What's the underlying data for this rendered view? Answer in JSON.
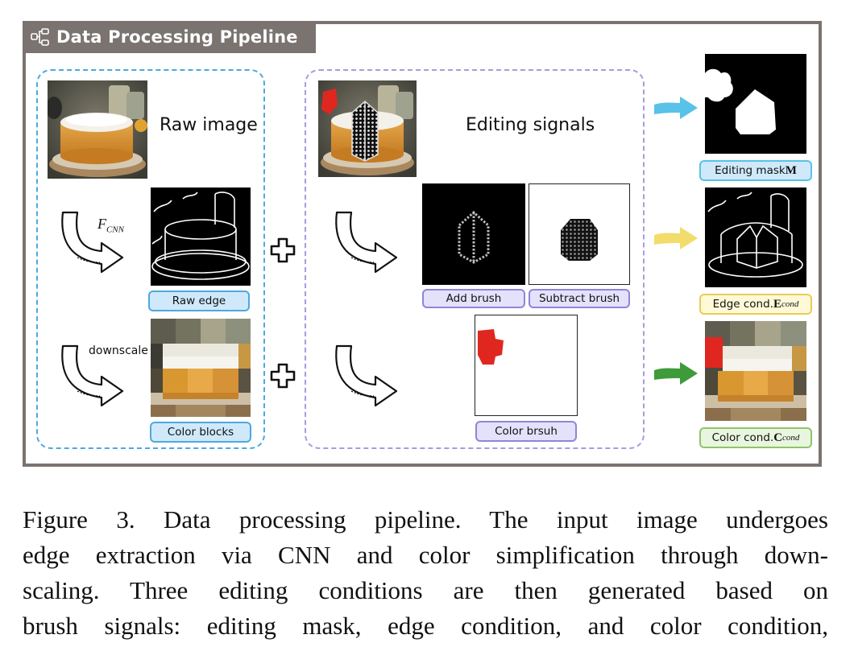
{
  "title": "Data Processing Pipeline",
  "icons": {
    "title": "flowchart-icon",
    "plus": "plus-icon",
    "curved_arrow": "curved-arrow-icon",
    "arrow": "arrow-right-icon"
  },
  "colors": {
    "frame": "#7a7370",
    "blue": "#4ea8de",
    "purple": "#a79ce0",
    "yellow": "#f2dc6b",
    "green": "#3f9b3a",
    "cyan_arrow": "#58c2e8"
  },
  "left_column": {
    "raw_image_label": "Raw image",
    "fcnn_label": "F",
    "fcnn_sub": "CNN",
    "raw_edge_label": "Raw edge",
    "downscale_label": "downscale",
    "color_blocks_label": "Color blocks"
  },
  "middle_column": {
    "editing_signals_label": "Editing signals",
    "add_brush_label": "Add brush",
    "subtract_brush_label": "Subtract brush",
    "color_brush_label": "Color brsuh"
  },
  "right_column": {
    "editing_mask_label": "Editing mask ",
    "editing_mask_sym": "M",
    "edge_cond_label": "Edge cond. ",
    "edge_cond_sym": "E",
    "edge_cond_sub": "cond",
    "color_cond_label": "Color cond. ",
    "color_cond_sym": "C",
    "color_cond_sub": "cond"
  },
  "caption": {
    "line1": "Figure 3.  Data processing pipeline.  The input image undergoes",
    "line2": "edge extraction via CNN and color simplification through down-",
    "line3": "scaling.  Three editing conditions are then generated based on",
    "line4": "brush signals: editing mask, edge condition, and color condition,"
  }
}
